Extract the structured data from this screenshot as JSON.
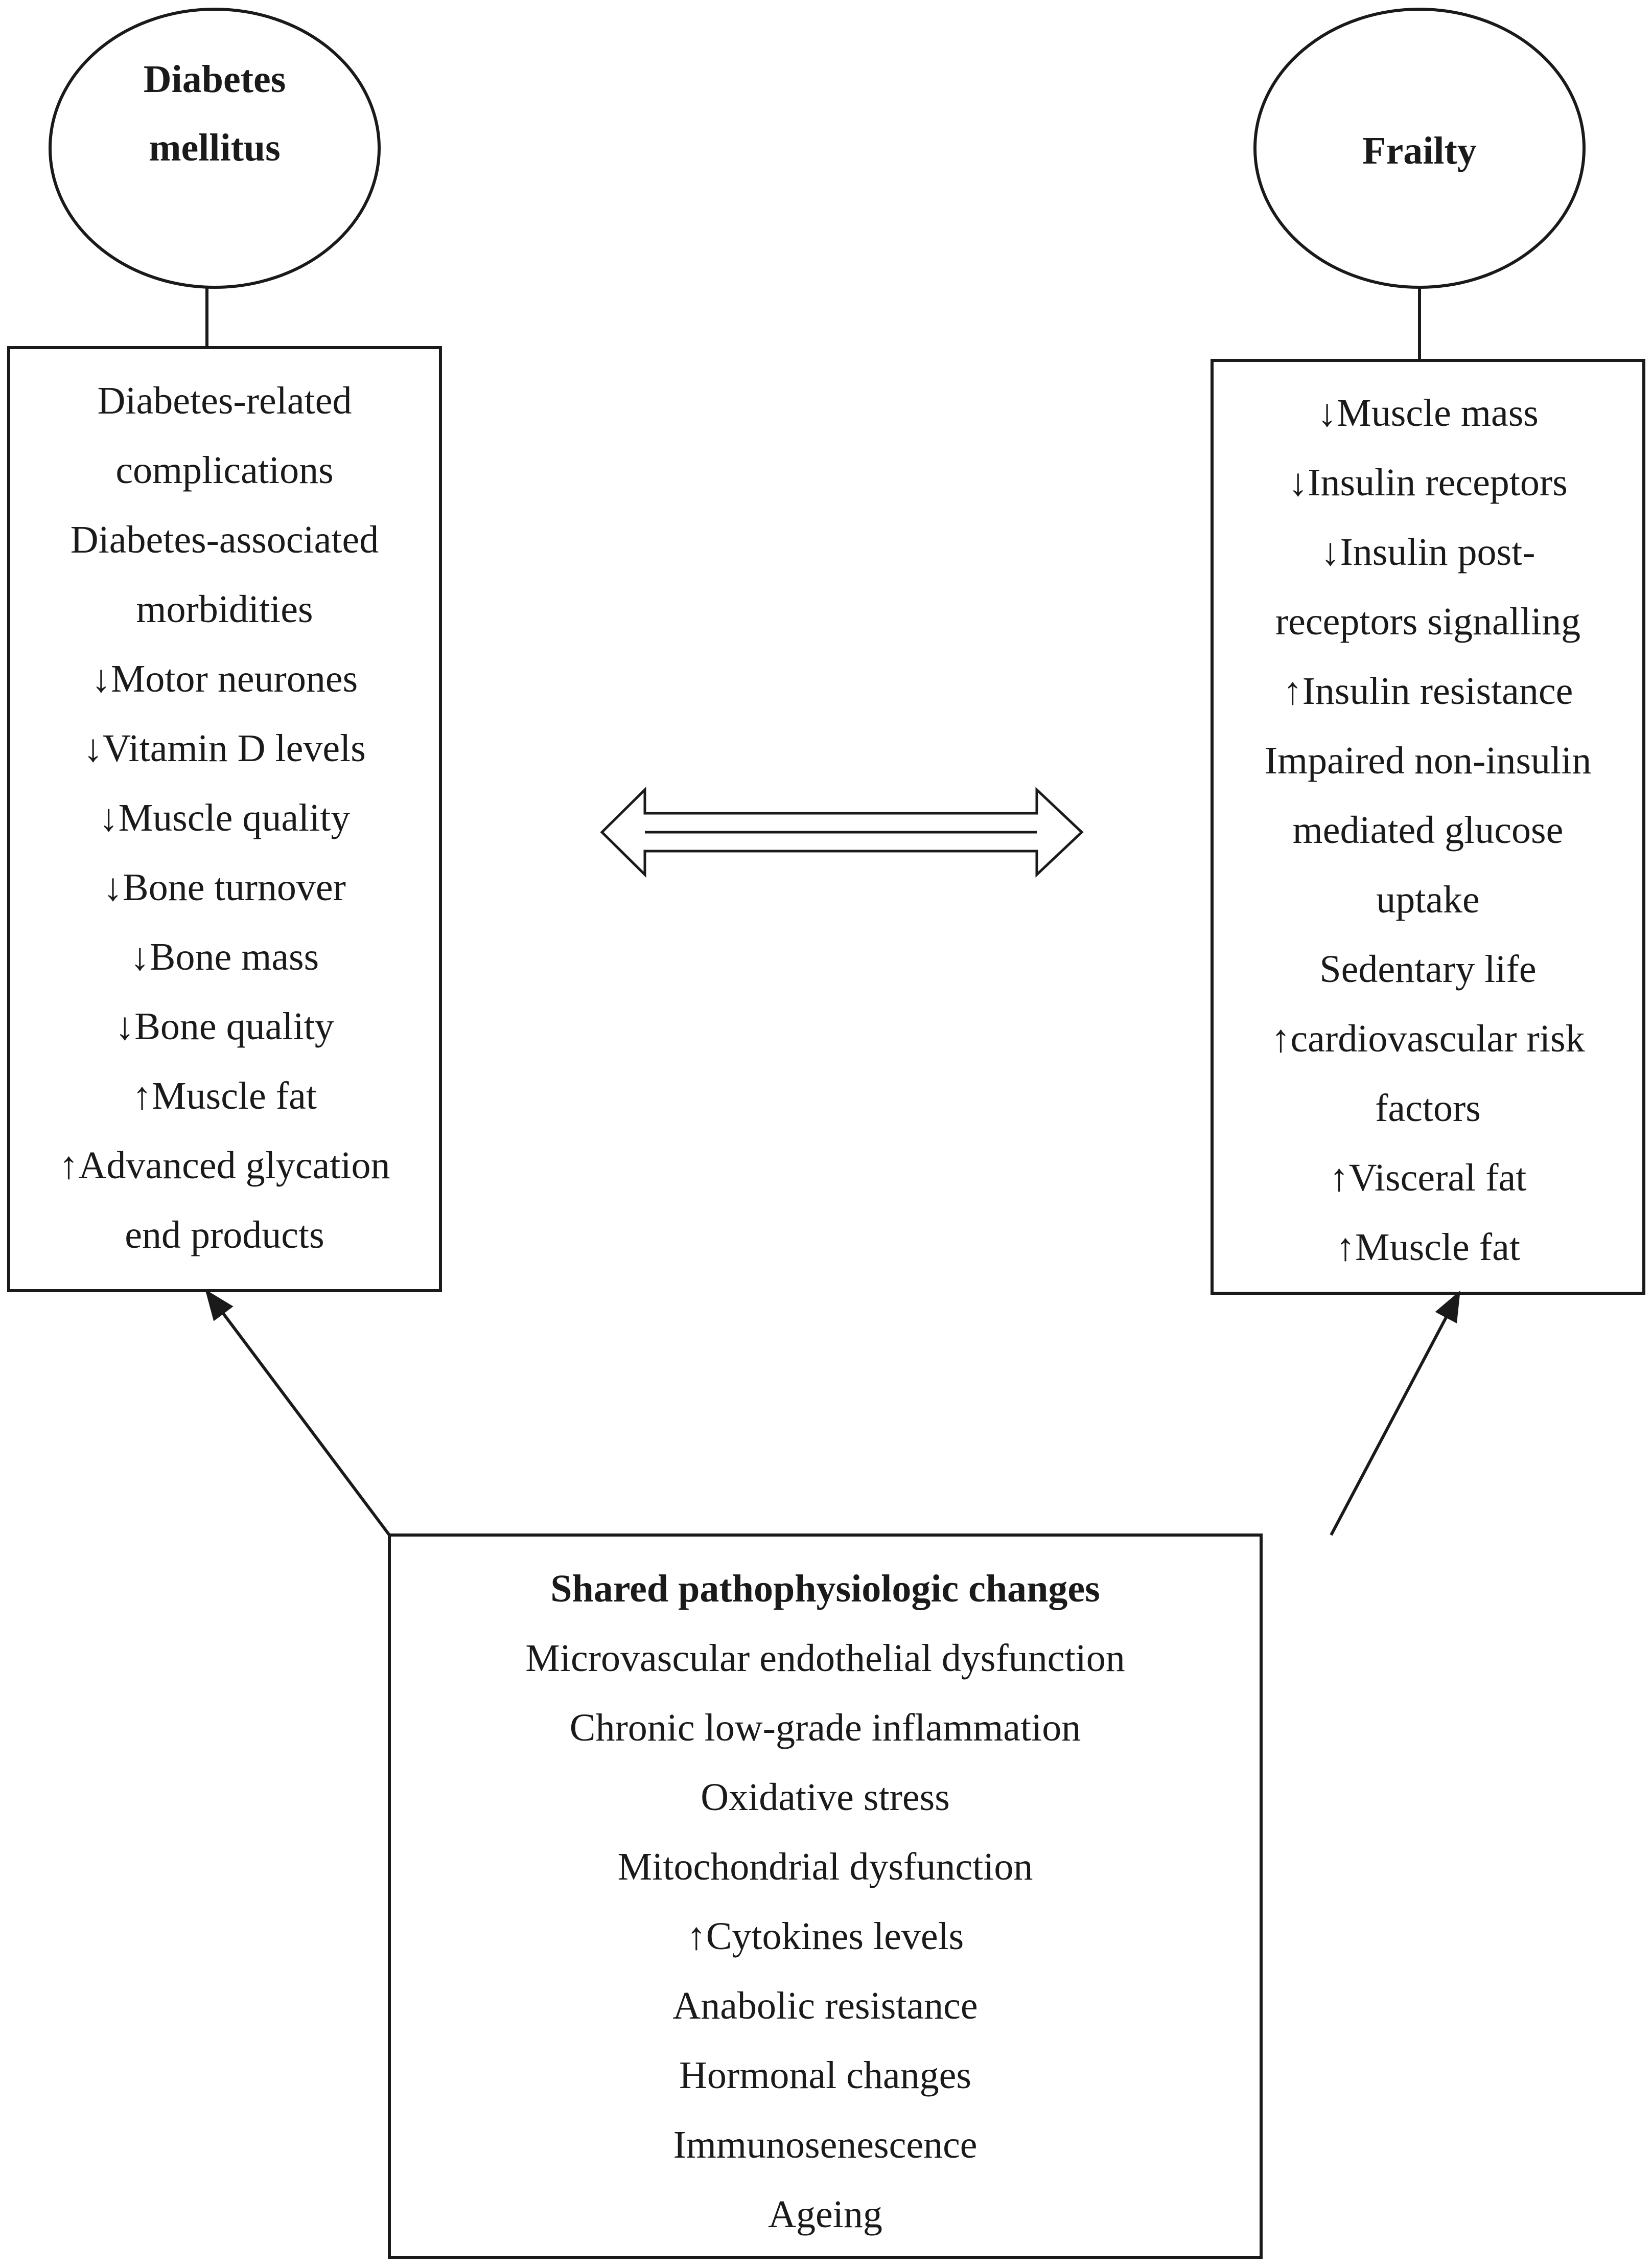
{
  "diabetes": {
    "title_lines": [
      "Diabetes",
      "mellitus"
    ],
    "items": [
      "Diabetes-related",
      "complications",
      "Diabetes-associated",
      "morbidities",
      "↓Motor neurones",
      "↓Vitamin D levels",
      "↓Muscle quality",
      "↓Bone turnover",
      "↓Bone mass",
      "↓Bone quality",
      "↑Muscle fat",
      "↑Advanced glycation",
      "end products"
    ]
  },
  "frailty": {
    "title_lines": [
      "Frailty"
    ],
    "items": [
      "↓Muscle mass",
      "↓Insulin receptors",
      "↓Insulin post-",
      "receptors signalling",
      "↑Insulin resistance",
      "Impaired non-insulin",
      "mediated glucose",
      "uptake",
      "Sedentary life",
      "↑cardiovascular risk",
      "factors",
      "↑Visceral fat",
      "↑Muscle fat"
    ]
  },
  "shared": {
    "title": "Shared pathophysiologic changes",
    "items": [
      "Microvascular endothelial dysfunction",
      "Chronic low-grade inflammation",
      "Oxidative stress",
      "Mitochondrial dysfunction",
      "↑Cytokines levels",
      "Anabolic resistance",
      "Hormonal changes",
      "Immunosenescence",
      "Ageing"
    ]
  },
  "colors": {
    "stroke": "#1a1a1a",
    "background": "#ffffff"
  }
}
